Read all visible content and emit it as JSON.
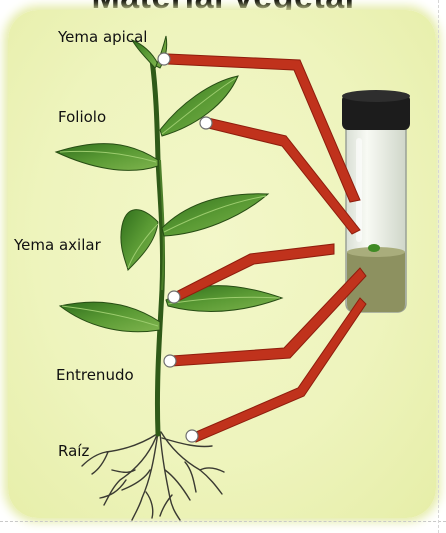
{
  "title": "Material vegetal",
  "labels": {
    "yema_apical": "Yema apical",
    "foliolo": "Foliolo",
    "yema_axilar": "Yema axilar",
    "entrenudo": "Entrenudo",
    "raiz": "Raíz"
  },
  "colors": {
    "panel": "#eef4bd",
    "leaf": "#4e8a2c",
    "stem": "#2f5a18",
    "pointer": "#c0321c",
    "vial_cap": "#1c1c1c",
    "medium": "#8d9160"
  }
}
